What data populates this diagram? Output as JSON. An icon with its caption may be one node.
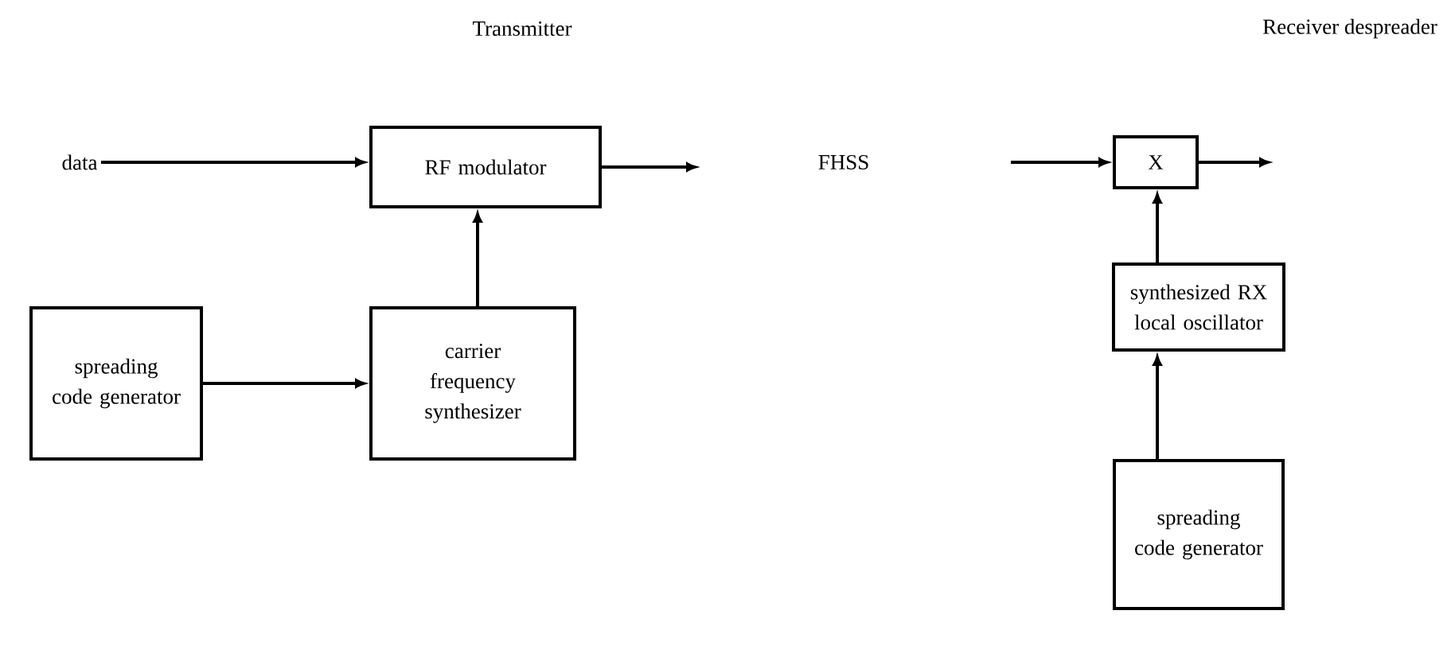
{
  "diagram": {
    "nodes": [
      {
        "text": [
          "data"
        ]
      },
      {
        "text": [
          "RF modulator"
        ]
      },
      {
        "text": [
          "spreading code generator"
        ]
      },
      {
        "text": [
          "carrier frequency synthesizer"
        ]
      },
      {
        "text": [
          "X"
        ]
      },
      {
        "text": [
          "synthesized RX local oscillator"
        ]
      },
      {
        "text": [
          "spreading code generator"
        ]
      }
    ],
    "edges": [
      {
        "from": 0,
        "to": 1,
        "arrow": "to"
      },
      {
        "from": 1,
        "to": null,
        "arrow": "to"
      },
      {
        "from": null,
        "to": 4,
        "arrow": "to"
      },
      {
        "from": 4,
        "to": null,
        "arrow": "to"
      },
      {
        "from": 2,
        "to": 3,
        "arrow": "to"
      },
      {
        "from": 3,
        "to": 1,
        "arrow": "to"
      },
      {
        "from": 5,
        "to": 4,
        "arrow": "to"
      },
      {
        "from": 6,
        "to": 5,
        "arrow": "to"
      }
    ],
    "labels": [
      "Transmitter",
      "Receiver despreader",
      "FHSS"
    ]
  }
}
